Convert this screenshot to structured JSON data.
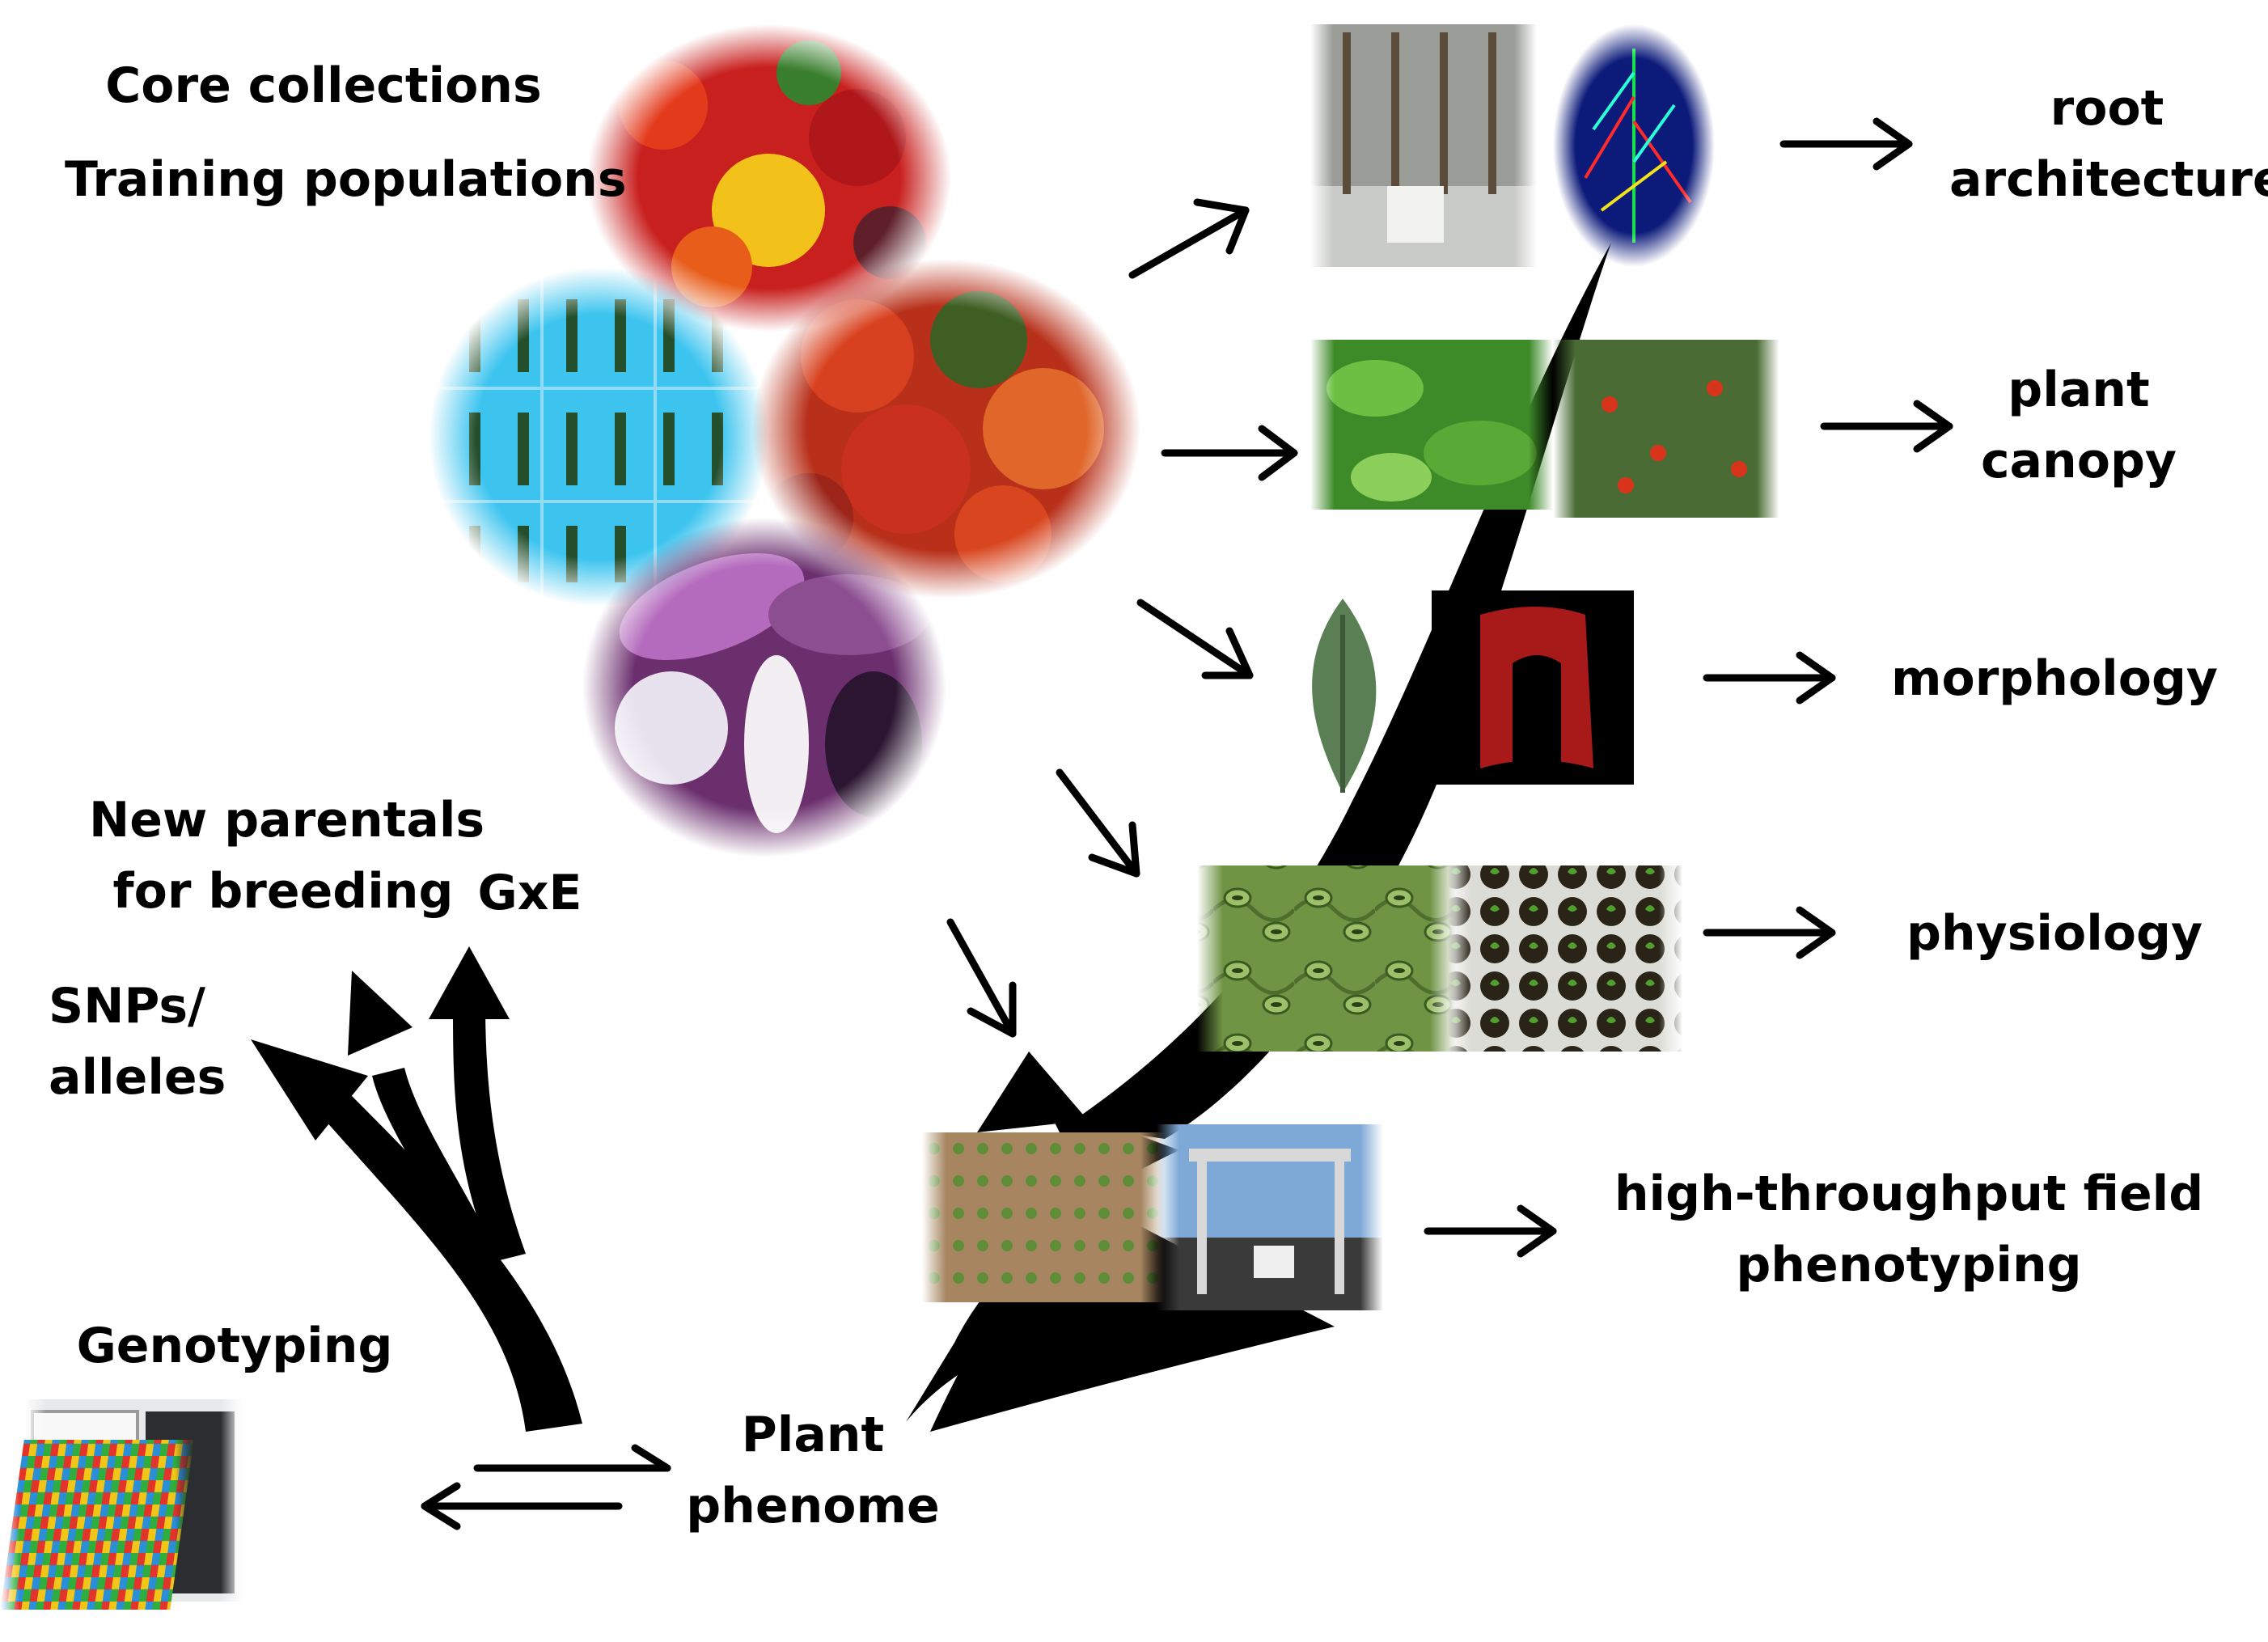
{
  "colors": {
    "background": "#ffffff",
    "text": "#000000",
    "arrow": "#000000",
    "pepper_red": "#c8201e",
    "pepper_yellow": "#f2c21b",
    "tomato": "#d8411f",
    "eggplant": "#6b2f6e",
    "tray_blue": "#3cc4ef",
    "leaf_green": "#4f9e2e",
    "stomata_green": "#7fa24f",
    "soil": "#a4825d",
    "sky": "#7ea9d6"
  },
  "labels": {
    "top_left": [
      "Core collections",
      "Training populations"
    ],
    "new_parentals": [
      "New parentals",
      "for breeding"
    ],
    "gxe": "GxE",
    "snps": [
      "SNPs/",
      "alleles"
    ],
    "genotyping": "Genotyping",
    "plant_phenome": [
      "Plant",
      "phenome"
    ],
    "root_architecture": [
      "root",
      "architecture"
    ],
    "plant_canopy": [
      "plant",
      "canopy"
    ],
    "morphology": "morphology",
    "physiology": "physiology",
    "field_phenotyping": [
      "high-throughput field",
      "phenotyping"
    ]
  },
  "images": {
    "germplasm": [
      "peppers-photo",
      "leaf-tray-photo",
      "tomatoes-photo",
      "eggplants-photo"
    ],
    "root": [
      "potted-plants-row-photo",
      "root-scan-image"
    ],
    "canopy": [
      "rocket-canopy-photo",
      "pepper-canopy-photo"
    ],
    "morphology": [
      "rocket-leaf-photo",
      "pepper-section-photo"
    ],
    "physiology": [
      "stomata-micrograph",
      "seedling-tray-photo"
    ],
    "field": [
      "field-plot-photo",
      "field-gantry-photo"
    ],
    "genotyping": [
      "sequencer-photo",
      "dna-sequence-graphic"
    ]
  }
}
